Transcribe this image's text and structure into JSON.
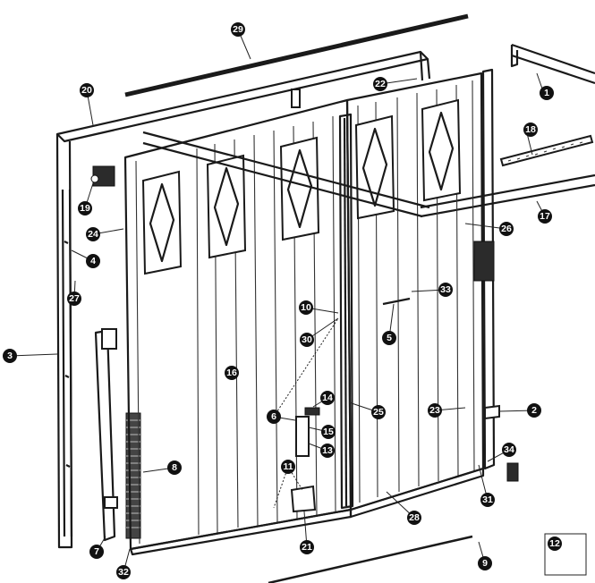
{
  "callouts": [
    {
      "id": "c1",
      "label": "1"
    },
    {
      "id": "c2",
      "label": "2"
    },
    {
      "id": "c3",
      "label": "3"
    },
    {
      "id": "c4",
      "label": "4"
    },
    {
      "id": "c5",
      "label": "5"
    },
    {
      "id": "c6",
      "label": "6"
    },
    {
      "id": "c7",
      "label": "7"
    },
    {
      "id": "c8",
      "label": "8"
    },
    {
      "id": "c9",
      "label": "9"
    },
    {
      "id": "c10",
      "label": "10"
    },
    {
      "id": "c11",
      "label": "11"
    },
    {
      "id": "c12",
      "label": "12"
    },
    {
      "id": "c13",
      "label": "13"
    },
    {
      "id": "c14",
      "label": "14"
    },
    {
      "id": "c15",
      "label": "15"
    },
    {
      "id": "c16",
      "label": "16"
    },
    {
      "id": "c17",
      "label": "17"
    },
    {
      "id": "c18",
      "label": "18"
    },
    {
      "id": "c19",
      "label": "19"
    },
    {
      "id": "c20",
      "label": "20"
    },
    {
      "id": "c21",
      "label": "21"
    },
    {
      "id": "c22",
      "label": "22"
    },
    {
      "id": "c23",
      "label": "23"
    },
    {
      "id": "c24",
      "label": "24"
    },
    {
      "id": "c25",
      "label": "25"
    },
    {
      "id": "c26",
      "label": "26"
    },
    {
      "id": "c27",
      "label": "27"
    },
    {
      "id": "c28",
      "label": "28"
    },
    {
      "id": "c29",
      "label": "29"
    },
    {
      "id": "c30",
      "label": "30"
    },
    {
      "id": "c31",
      "label": "31"
    },
    {
      "id": "c32",
      "label": "32"
    },
    {
      "id": "c33",
      "label": "33"
    },
    {
      "id": "c34",
      "label": "34"
    }
  ]
}
